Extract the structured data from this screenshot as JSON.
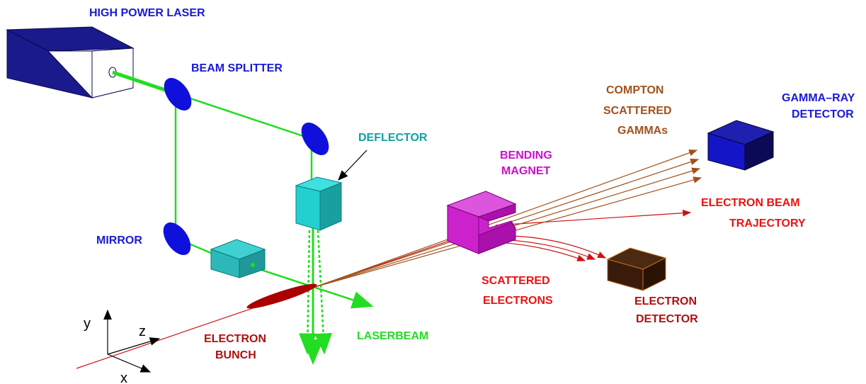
{
  "colors": {
    "laser_box": "#1a1a8c",
    "laser_face": "#2a2ab0",
    "optics": "#1010dd",
    "beam": "#22dd22",
    "deflector": "#22d0d0",
    "deflector_dark": "#1a9f9f",
    "tele_box": "#2cb8b8",
    "magnet": "#cc22cc",
    "magnet_dark": "#991199",
    "electron": "#cc1111",
    "bunch": "#aa0000",
    "gamma": "#a0521c",
    "gamma_det": "#1515c8",
    "gamma_det_dark": "#0a0a55",
    "electron_det": "#3a1a0a",
    "label_blue": "#1a1ad6",
    "label_teal": "#10a0a0",
    "label_magenta": "#cc10cc",
    "label_brown": "#a0521c",
    "label_red": "#ee1111",
    "label_darkred": "#b01010",
    "label_green": "#22dd22",
    "label_blackish": "#b01010"
  },
  "labels": {
    "high_power_laser": "HIGH POWER LASER",
    "beam_splitter": "BEAM SPLITTER",
    "deflector": "DEFLECTOR",
    "bending_magnet_1": "BENDING",
    "bending_magnet_2": "MAGNET",
    "compton_1": "COMPTON",
    "compton_2": "SCATTERED",
    "compton_3": "GAMMAs",
    "gamma_det_1": "GAMMA–RAY",
    "gamma_det_2": "DETECTOR",
    "electron_beam_1": "ELECTRON BEAM",
    "electron_beam_2": "TRAJECTORY",
    "mirror": "MIRROR",
    "scattered_1": "SCATTERED",
    "scattered_2": "ELECTRONS",
    "electron_det_1": "ELECTRON",
    "electron_det_2": "DETECTOR",
    "bunch_1": "ELECTRON",
    "bunch_2": "BUNCH",
    "laserbeam": "LASERBEAM",
    "axis_x": "x",
    "axis_y": "y",
    "axis_z": "z"
  }
}
